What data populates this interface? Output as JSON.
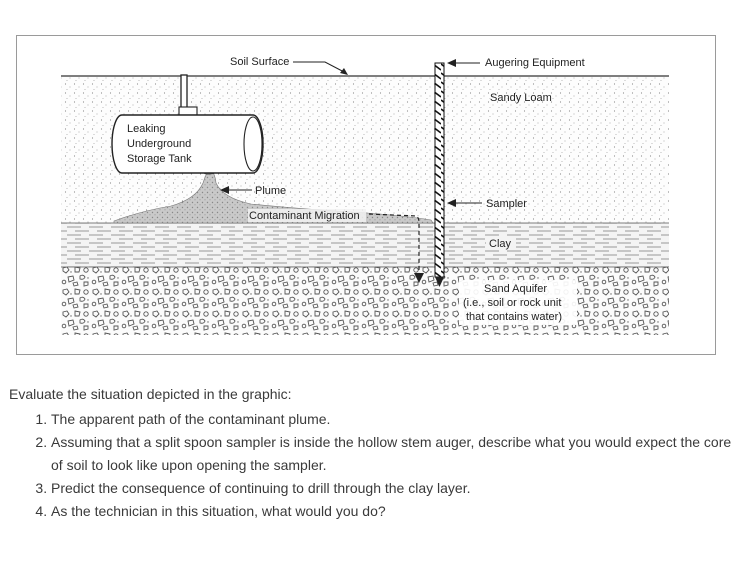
{
  "more_menu_glyph": "•••",
  "diagram": {
    "labels": {
      "soil_surface": "Soil Surface",
      "augering_equipment": "Augering Equipment",
      "sandy_loam": "Sandy Loam",
      "tank_line1": "Leaking",
      "tank_line2": "Underground",
      "tank_line3": "Storage Tank",
      "plume": "Plume",
      "contaminant_migration": "Contaminant Migration",
      "sampler": "Sampler",
      "clay": "Clay",
      "aquifer_line1": "Sand Aquifer",
      "aquifer_line2": "(i.e., soil or rock unit",
      "aquifer_line3": "that contains water)"
    }
  },
  "question": {
    "intro": "Evaluate the situation depicted in the graphic:",
    "items": [
      "The apparent path of the contaminant plume.",
      "Assuming that a split spoon sampler is inside the hollow stem auger, describe what you would expect the core of soil to look like upon opening the sampler.",
      "Predict the consequence of continuing to drill through the clay layer.",
      "As the technician in this situation, what would you do?"
    ]
  }
}
